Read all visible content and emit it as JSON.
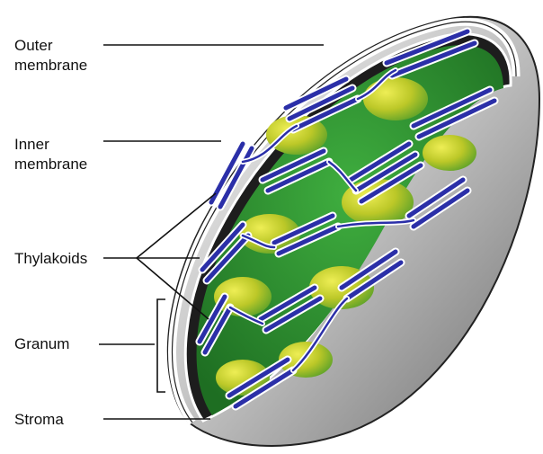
{
  "labels": {
    "outer_membrane": "Outer\nmembrane",
    "inner_membrane": "Inner\nmembrane",
    "thylakoids": "Thylakoids",
    "granum": "Granum",
    "stroma": "Stroma"
  },
  "colors": {
    "outer_shell": "#ffffff",
    "shell_gray": "#9a9a9a",
    "inner_dark": "#1d1d1d",
    "stroma_green": "#2f8f2f",
    "granum_yellow": "#d9d92a",
    "thylakoid_blue": "#2b2fa8",
    "leader_line": "#111111"
  }
}
